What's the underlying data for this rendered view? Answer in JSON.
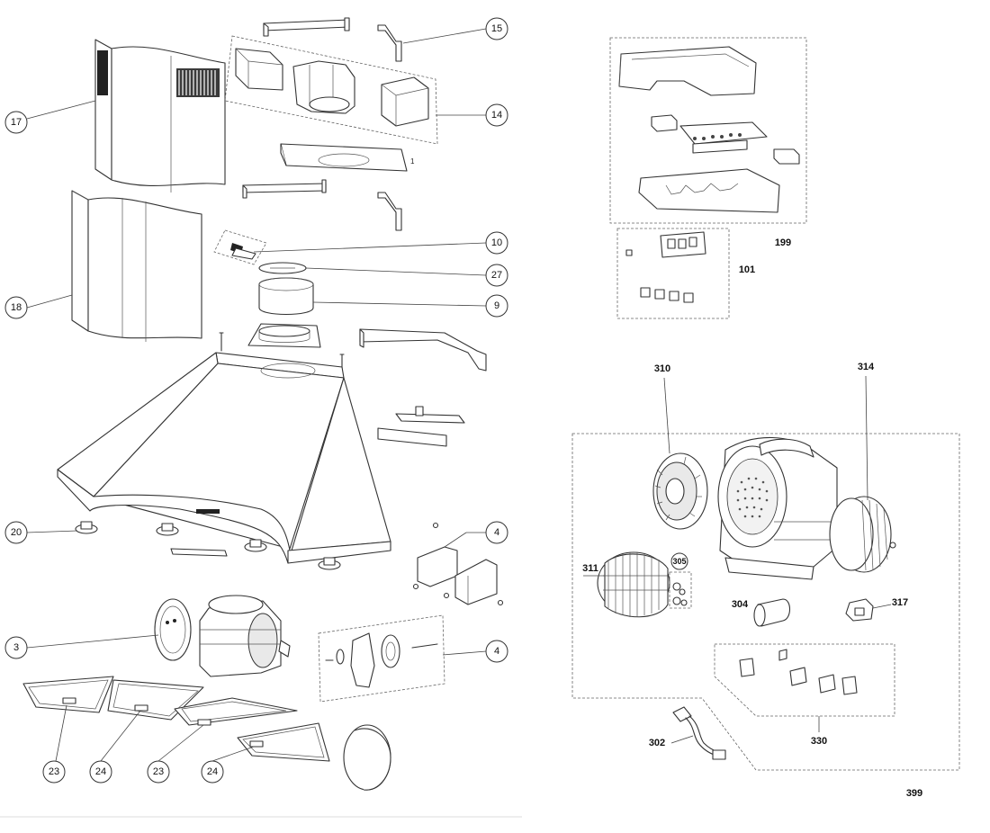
{
  "callouts": [
    {
      "id": "c15",
      "label": "15"
    },
    {
      "id": "c14",
      "label": "14"
    },
    {
      "id": "c17",
      "label": "17"
    },
    {
      "id": "c10",
      "label": "10"
    },
    {
      "id": "c27",
      "label": "27"
    },
    {
      "id": "c9",
      "label": "9"
    },
    {
      "id": "c18",
      "label": "18"
    },
    {
      "id": "c20",
      "label": "20"
    },
    {
      "id": "c4a",
      "label": "4"
    },
    {
      "id": "c3",
      "label": "3"
    },
    {
      "id": "c4b",
      "label": "4"
    },
    {
      "id": "c23a",
      "label": "23"
    },
    {
      "id": "c24a",
      "label": "24"
    },
    {
      "id": "c23b",
      "label": "23"
    },
    {
      "id": "c24b",
      "label": "24"
    }
  ],
  "labels": {
    "part_1": "1",
    "l199": "199",
    "l101": "101",
    "l310": "310",
    "l314": "314",
    "l305": "305",
    "l311": "311",
    "l304": "304",
    "l317": "317",
    "l330": "330",
    "l302": "302",
    "l399": "399"
  }
}
